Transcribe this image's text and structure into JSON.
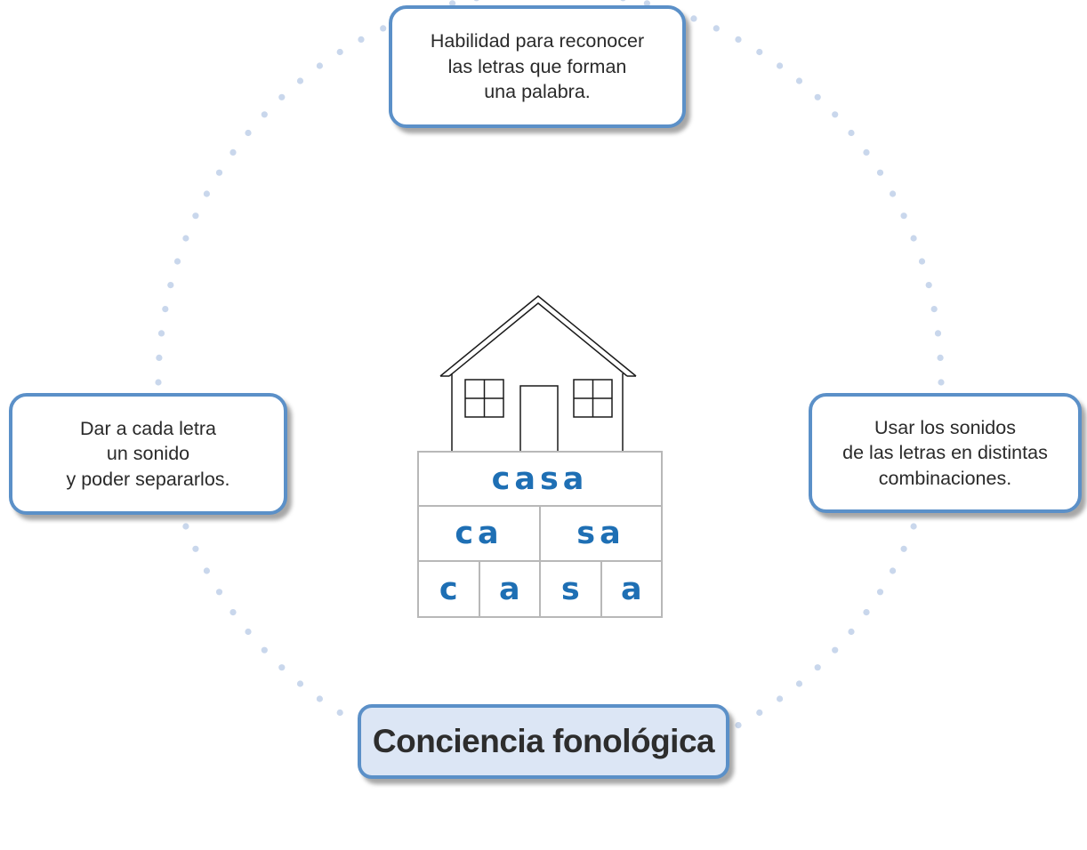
{
  "diagram": {
    "title": "Conciencia fonológica",
    "nodes": [
      {
        "id": "top",
        "text": "Habilidad para reconocer\nlas letras que forman\nuna palabra."
      },
      {
        "id": "left",
        "text": "Dar a cada letra\nun sonido\ny poder separarlos."
      },
      {
        "id": "right",
        "text": "Usar  los sonidos\nde las letras en distintas\ncombinaciones."
      }
    ],
    "word_table": {
      "word": "casa",
      "syllables": [
        "ca",
        "sa"
      ],
      "letters": [
        "c",
        "a",
        "s",
        "a"
      ]
    },
    "colors": {
      "box_border": "#5b90c8",
      "title_fill": "#dce6f5",
      "table_text": "#1e6fb4",
      "dots": "#c9d7ec"
    },
    "icons": [
      "house-icon"
    ]
  }
}
